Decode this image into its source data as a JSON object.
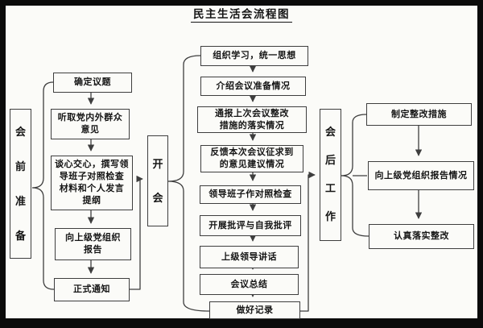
{
  "title": "民主生活会流程图",
  "colors": {
    "frame": "#0b0b0b",
    "paper": "#fbfbf8",
    "line": "#3e3e3e",
    "text": "#151515"
  },
  "stages": {
    "pre": {
      "label": "会前准备"
    },
    "meet": {
      "label": "开会"
    },
    "post": {
      "label": "会后工作"
    }
  },
  "pre_steps": [
    "确定议题",
    "听取党内外群众\n意见",
    "谈心交心，撰写领\n导班子对照检查\n材料和个人发言\n提纲",
    "向上级党组织\n报告",
    "正式通知"
  ],
  "meet_steps": [
    "组织学习，统一思想",
    "介绍会议准备情况",
    "通报上次会议整改\n措施的落实情况",
    "反馈本次会议征求到\n的意见建议情况",
    "领导班子作对照检查",
    "开展批评与自我批评",
    "上级领导讲话",
    "会议总结",
    "做好记录"
  ],
  "post_steps": [
    "制定整改措施",
    "向上级党组织报告情况",
    "认真落实整改"
  ]
}
